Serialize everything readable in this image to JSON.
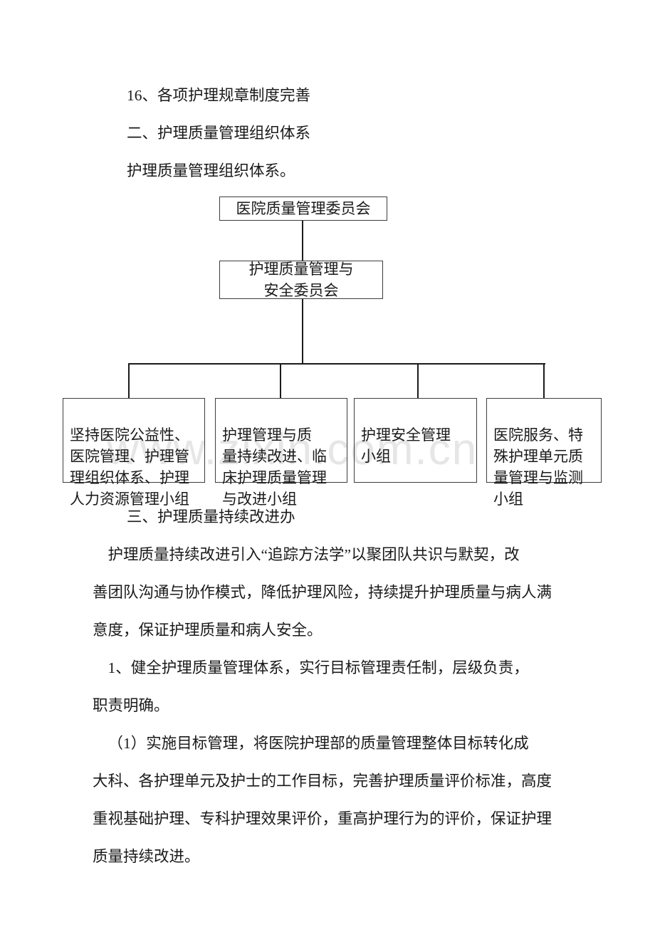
{
  "document": {
    "type": "chinese-word-document",
    "watermark": "www.zixin.com.cn"
  },
  "body": {
    "line_16": "16、各项护理规章制度完善",
    "heading_2": "二、护理质量管理组织体系",
    "intro": "护理质量管理组织体系。",
    "heading_3": "三、护理质量持续改进办",
    "para_1": {
      "l1": "    护理质量持续改进引入“追踪方法学”以聚团队共识与默契，改",
      "l2": "善团队沟通与协作模式，降低护理风险，持续提升护理质量与病人满",
      "l3": "意度，保证护理质量和病人安全。"
    },
    "para_2": {
      "l1": "    1、健全护理质量管理体系，实行目标管理责任制，层级负责，",
      "l2": "职责明确。"
    },
    "para_3": {
      "l1": "    （1）实施目标管理，将医院护理部的质量管理整体目标转化成",
      "l2": "大科、各护理单元及护士的工作目标，完善护理质量评价标准，高度",
      "l3": "重视基础护理、专科护理效果评价，重高护理行为的评价，保证护理",
      "l4": "质量持续改进。"
    }
  },
  "flowchart": {
    "title": "护理质量管理组织体系",
    "nodes": {
      "root": "医院质量管理委员会",
      "level2": "护理质量管理与\n安全委员会",
      "leaf1": "坚持医院公益性、\n医院管理、护理管\n理组织体系、护理\n人力资源管理小组",
      "leaf2": "护理管理与质\n量持续改进、临\n床护理质量管理\n与改进小组",
      "leaf3": "护理安全管理\n小组",
      "leaf4": "医院服务、特\n殊护理单元质\n量管理与监测\n小组"
    },
    "colors": {
      "border": "#3d3d3d",
      "connector": "#1b1b1b",
      "text": "#1a1a1a"
    }
  }
}
